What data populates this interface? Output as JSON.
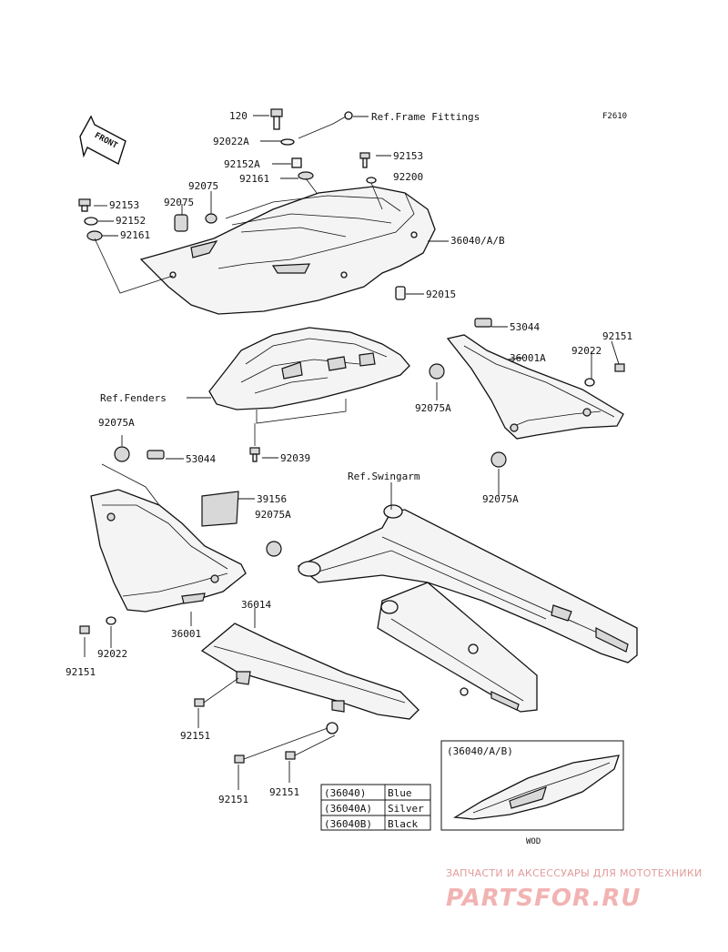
{
  "diagram": {
    "code": "F2610",
    "front_label": "FRONT",
    "refs": {
      "frame_fittings": "Ref.Frame Fittings",
      "fenders": "Ref.Fenders",
      "swingarm": "Ref.Swingarm"
    },
    "part_labels": {
      "p120": "120",
      "p92022A": "92022A",
      "p92152A": "92152A",
      "p92161_top": "92161",
      "p92153_right": "92153",
      "p92200": "92200",
      "p92075_top": "92075",
      "p92075_left": "92075",
      "p92153_left": "92153",
      "p92152": "92152",
      "p92161_left": "92161",
      "p36040": "36040/A/B",
      "p92015": "92015",
      "p53044_right": "53044",
      "p92151_right": "92151",
      "p36001A": "36001A",
      "p92022_right": "92022",
      "p92075A_mid": "92075A",
      "p92075A_left": "92075A",
      "p92039": "92039",
      "p53044_left": "53044",
      "p92075A_right": "92075A",
      "p39156": "39156",
      "p92075A_center": "92075A",
      "p36014": "36014",
      "p36001": "36001",
      "p92151_left": "92151",
      "p92022_left": "92022",
      "p92151_b1": "92151",
      "p92151_b2": "92151",
      "p92151_b3": "92151"
    },
    "color_table": [
      {
        "code": "(36040)",
        "color": "Blue"
      },
      {
        "code": "(36040A)",
        "color": "Silver"
      },
      {
        "code": "(36040B)",
        "color": "Black"
      }
    ],
    "inset": {
      "label": "(36040/A/B)",
      "caption": "WOD"
    },
    "watermark": {
      "tagline": "ЗАПЧАСТИ И АКСЕССУАРЫ ДЛЯ МОТОТЕХНИКИ",
      "logo": "PARTSFOR.RU"
    }
  }
}
